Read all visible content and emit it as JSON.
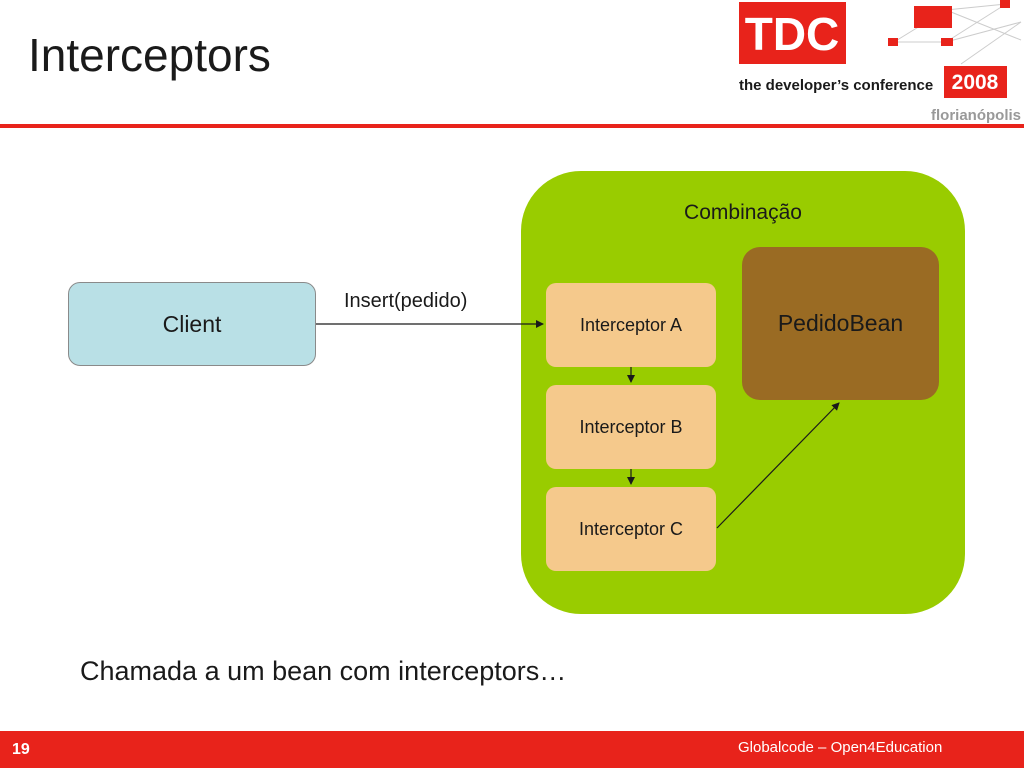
{
  "slide": {
    "title": "Interceptors",
    "caption": "Chamada a um bean com interceptors…",
    "page_number": "19",
    "footer_text": "Globalcode – Open4Education"
  },
  "logo": {
    "brand": "TDC",
    "tagline": "the developer’s conference",
    "year": "2008",
    "city": "florianópolis"
  },
  "diagram": {
    "client": "Client",
    "group_label": "Combinação",
    "call_label": "Insert(pedido)",
    "interceptors": [
      "Interceptor A",
      "Interceptor B",
      "Interceptor C"
    ],
    "bean": "PedidoBean"
  },
  "colors": {
    "accent_red": "#e8231b",
    "client_fill": "#b9e0e6",
    "group_fill": "#99cc00",
    "interceptor_fill": "#f5c98c",
    "bean_fill": "#9a6b23"
  }
}
